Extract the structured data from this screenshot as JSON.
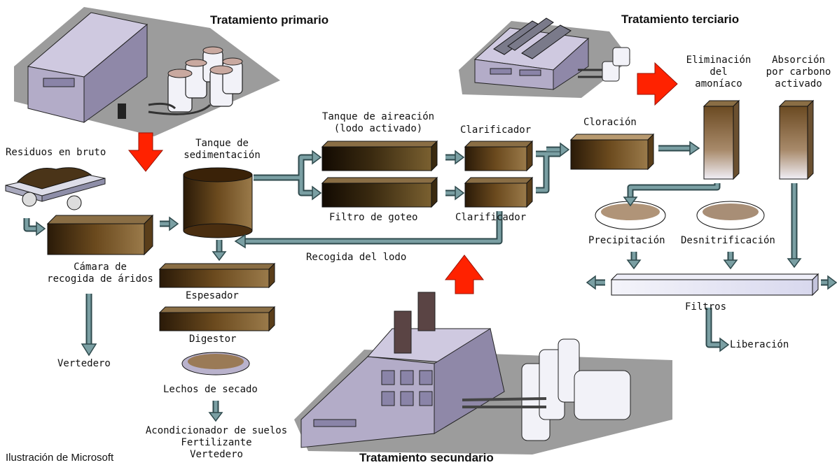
{
  "stages": {
    "primary": "Tratamiento primario",
    "secondary": "Tratamiento secundario",
    "tertiary": "Tratamiento terciario"
  },
  "labels": {
    "raw_waste": "Residuos en bruto",
    "grit_chamber_1": "Cámara de",
    "grit_chamber_2": "recogida de áridos",
    "landfill_left": "Vertedero",
    "sed_tank_1": "Tanque de",
    "sed_tank_2": "sedimentación",
    "thickener": "Espesador",
    "digester": "Digestor",
    "drying_beds": "Lechos de secado",
    "soil_conditioner": "Acondicionador de suelos",
    "fertilizer": "Fertilizante",
    "landfill_bottom": "Vertedero",
    "aeration_1": "Tanque de aireación",
    "aeration_2": "(lodo activado)",
    "trickling_filter": "Filtro de goteo",
    "clarifier_top": "Clarificador",
    "clarifier_bottom": "Clarificador",
    "sludge_collection": "Recogida del lodo",
    "chlorination": "Cloración",
    "ammonia_1": "Eliminación",
    "ammonia_2": "del",
    "ammonia_3": "amoníaco",
    "carbon_1": "Absorción",
    "carbon_2": "por carbono",
    "carbon_3": "activado",
    "precipitation": "Precipitación",
    "denitrification": "Desnitrificación",
    "filters": "Filtros",
    "release": "Liberación"
  },
  "credit": "Ilustración de Microsoft",
  "colors": {
    "arrow_fill": "#7a9fa3",
    "arrow_stroke": "#2f4a4d",
    "big_arrow": "#ff2200",
    "sludge": "#5c3a14",
    "building": "#b3acc8",
    "filter_box": "#e6e6f4"
  }
}
